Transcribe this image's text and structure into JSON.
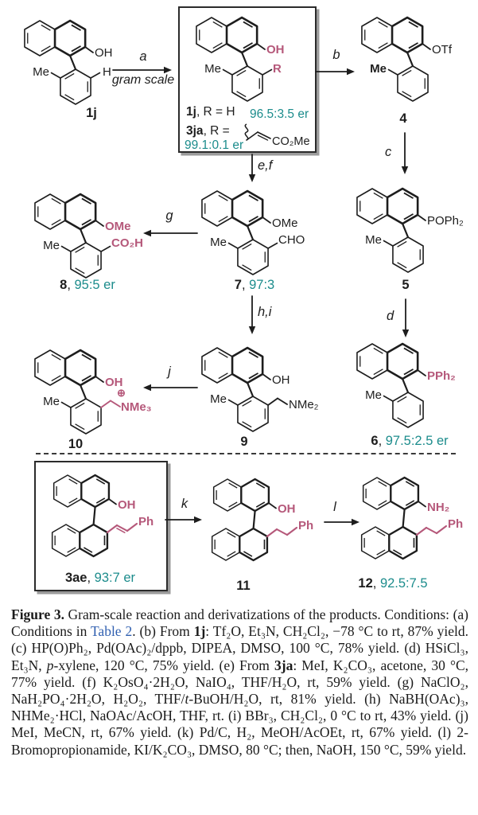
{
  "colors": {
    "pink": "#b5587a",
    "teal": "#1c8c8c",
    "link_blue": "#2f5fb0",
    "ink": "#1d1d1d"
  },
  "scheme": {
    "structures": {
      "s1j": {
        "sub": "OH",
        "me": "Me",
        "ortho": "H"
      },
      "sbox": {
        "sub": "OH",
        "me": "Me",
        "ortho": "R"
      },
      "s4": {
        "sub": "OTf",
        "me": "Me"
      },
      "s7": {
        "sub": "OMe",
        "me": "Me",
        "ortho": "CHO"
      },
      "s8": {
        "sub": "OMe",
        "me": "Me",
        "ortho": "CO₂H"
      },
      "s5": {
        "sub": "POPh₂",
        "me": "Me"
      },
      "s6": {
        "sub": "PPh₂",
        "me": "Me"
      },
      "s9": {
        "sub": "OH",
        "me": "Me",
        "amine": "NMe₂"
      },
      "s10": {
        "sub": "OH",
        "me": "Me",
        "amine": "NMe₃",
        "charge": "⊕"
      },
      "s3ae": {
        "sub": "OH",
        "ph": "Ph"
      },
      "s11": {
        "sub": "OH",
        "ph": "Ph"
      },
      "s12": {
        "sub": "NH₂",
        "ph": "Ph"
      }
    },
    "box_top": {
      "l1_id": "1j",
      "l1_rest": ", R = H",
      "l1_er": "96.5:3.5 er",
      "l2_id": "3ja",
      "l2_rest": ", R =",
      "l2_ester": "CO₂Me",
      "l3_er": "99.1:0.1 er"
    },
    "compounds": {
      "c1j": {
        "id": "1j",
        "sep": "",
        "er": ""
      },
      "c4": {
        "id": "4",
        "sep": "",
        "er": ""
      },
      "c7": {
        "id": "7",
        "sep": ", ",
        "er": "97:3"
      },
      "c8": {
        "id": "8",
        "sep": ", ",
        "er": "95:5 er"
      },
      "c5": {
        "id": "5",
        "sep": "",
        "er": ""
      },
      "c6": {
        "id": "6",
        "sep": ", ",
        "er": "97.5:2.5 er"
      },
      "c9": {
        "id": "9",
        "sep": "",
        "er": ""
      },
      "c10": {
        "id": "10",
        "sep": "",
        "er": ""
      },
      "c3ae": {
        "id": "3ae",
        "sep": ", ",
        "er": "93:7 er"
      },
      "c11": {
        "id": "11",
        "sep": "",
        "er": ""
      },
      "c12": {
        "id": "12",
        "sep": ", ",
        "er": "92.5:7.5"
      }
    },
    "arrows": {
      "a": {
        "label": "a",
        "note": "gram scale"
      },
      "b": {
        "label": "b"
      },
      "c": {
        "label": "c"
      },
      "d": {
        "label": "d"
      },
      "ef": {
        "label": "e,f"
      },
      "g": {
        "label": "g"
      },
      "hi": {
        "label": "h,i"
      },
      "j": {
        "label": "j"
      },
      "k": {
        "label": "k"
      },
      "l": {
        "label": "l"
      }
    }
  },
  "caption": {
    "segments": [
      {
        "style": "bold",
        "text": "Figure 3."
      },
      {
        "style": "normal",
        "text": " Gram-scale reaction and derivatizations of the products. Conditions: (a) Conditions in "
      },
      {
        "style": "link",
        "text": "Table 2"
      },
      {
        "style": "normal",
        "text": ". (b) From "
      },
      {
        "style": "bold",
        "text": "1j"
      },
      {
        "style": "normal",
        "text": ": Tf₂O, Et₃N, CH₂Cl₂, −78 °C to rt, 87% yield. (c) HP(O)Ph₂, Pd(OAc)₂/dppb, DIPEA, DMSO, 100 °C, 78% yield. (d) HSiCl₃, Et₃N, "
      },
      {
        "style": "italic",
        "text": "p"
      },
      {
        "style": "normal",
        "text": "-xylene, 120 °C, 75% yield. (e) From "
      },
      {
        "style": "bold",
        "text": "3ja"
      },
      {
        "style": "normal",
        "text": ": MeI, K₂CO₃, acetone, 30 °C, 77% yield. (f) K₂OsO₄·2H₂O, NaIO₄, THF/H₂O, rt, 59% yield. (g) NaClO₂, NaH₂PO₄·2H₂O, H₂O₂, THF/"
      },
      {
        "style": "italic",
        "text": "t"
      },
      {
        "style": "normal",
        "text": "-BuOH/H₂O, rt, 81% yield. (h) NaBH(OAc)₃, NHMe₂·HCl, NaOAc/AcOH, THF, rt. (i) BBr₃, CH₂Cl₂, 0 °C to rt, 43% yield. (j) MeI, MeCN, rt, 67% yield. (k) Pd/C, H₂, MeOH/AcOEt, rt, 67% yield. (l) 2-Bromopropionamide, KI/K₂CO₃, DMSO, 80 °C; then, NaOH, 150 °C, 59% yield."
      }
    ]
  }
}
